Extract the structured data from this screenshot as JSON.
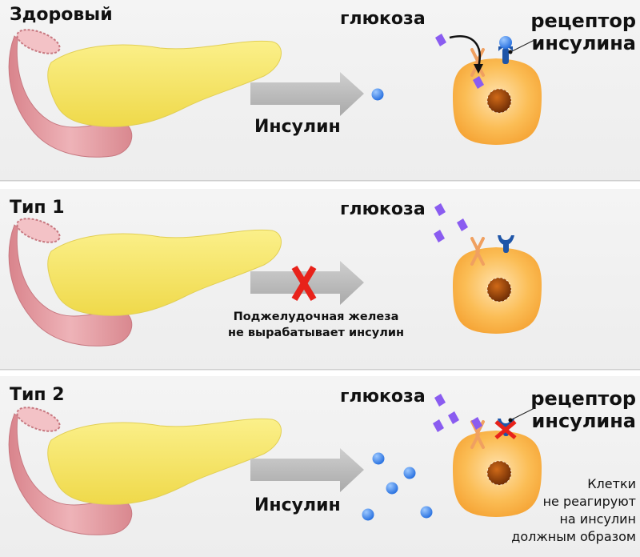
{
  "panels": [
    {
      "title": "Здоровый",
      "glucose_label": "глюкоза",
      "insulin_label": "Инсулин",
      "receptor_label": [
        "рецептор",
        "инсулина"
      ]
    },
    {
      "title": "Тип 1",
      "glucose_label": "глюкоза",
      "caption": [
        "Поджелудочная железа",
        "не вырабатывает инсулин"
      ]
    },
    {
      "title": "Тип 2",
      "glucose_label": "глюкоза",
      "insulin_label": "Инсулин",
      "receptor_label": [
        "рецептор",
        "инсулина"
      ],
      "caption": [
        "Клетки",
        "не реагируют",
        "на инсулин",
        "должным образом"
      ]
    }
  ],
  "colors": {
    "pancreas": "#f5e56a",
    "duodenum": "#e4a0a6",
    "cell": "#fbb54a",
    "nucleus": "#8a3a08",
    "insulin": "#3d8ef0",
    "glucose": "#8a5cf0",
    "receptor": "#1e55a8",
    "block": "#e8221a",
    "arrow": "#bdbdbd"
  }
}
